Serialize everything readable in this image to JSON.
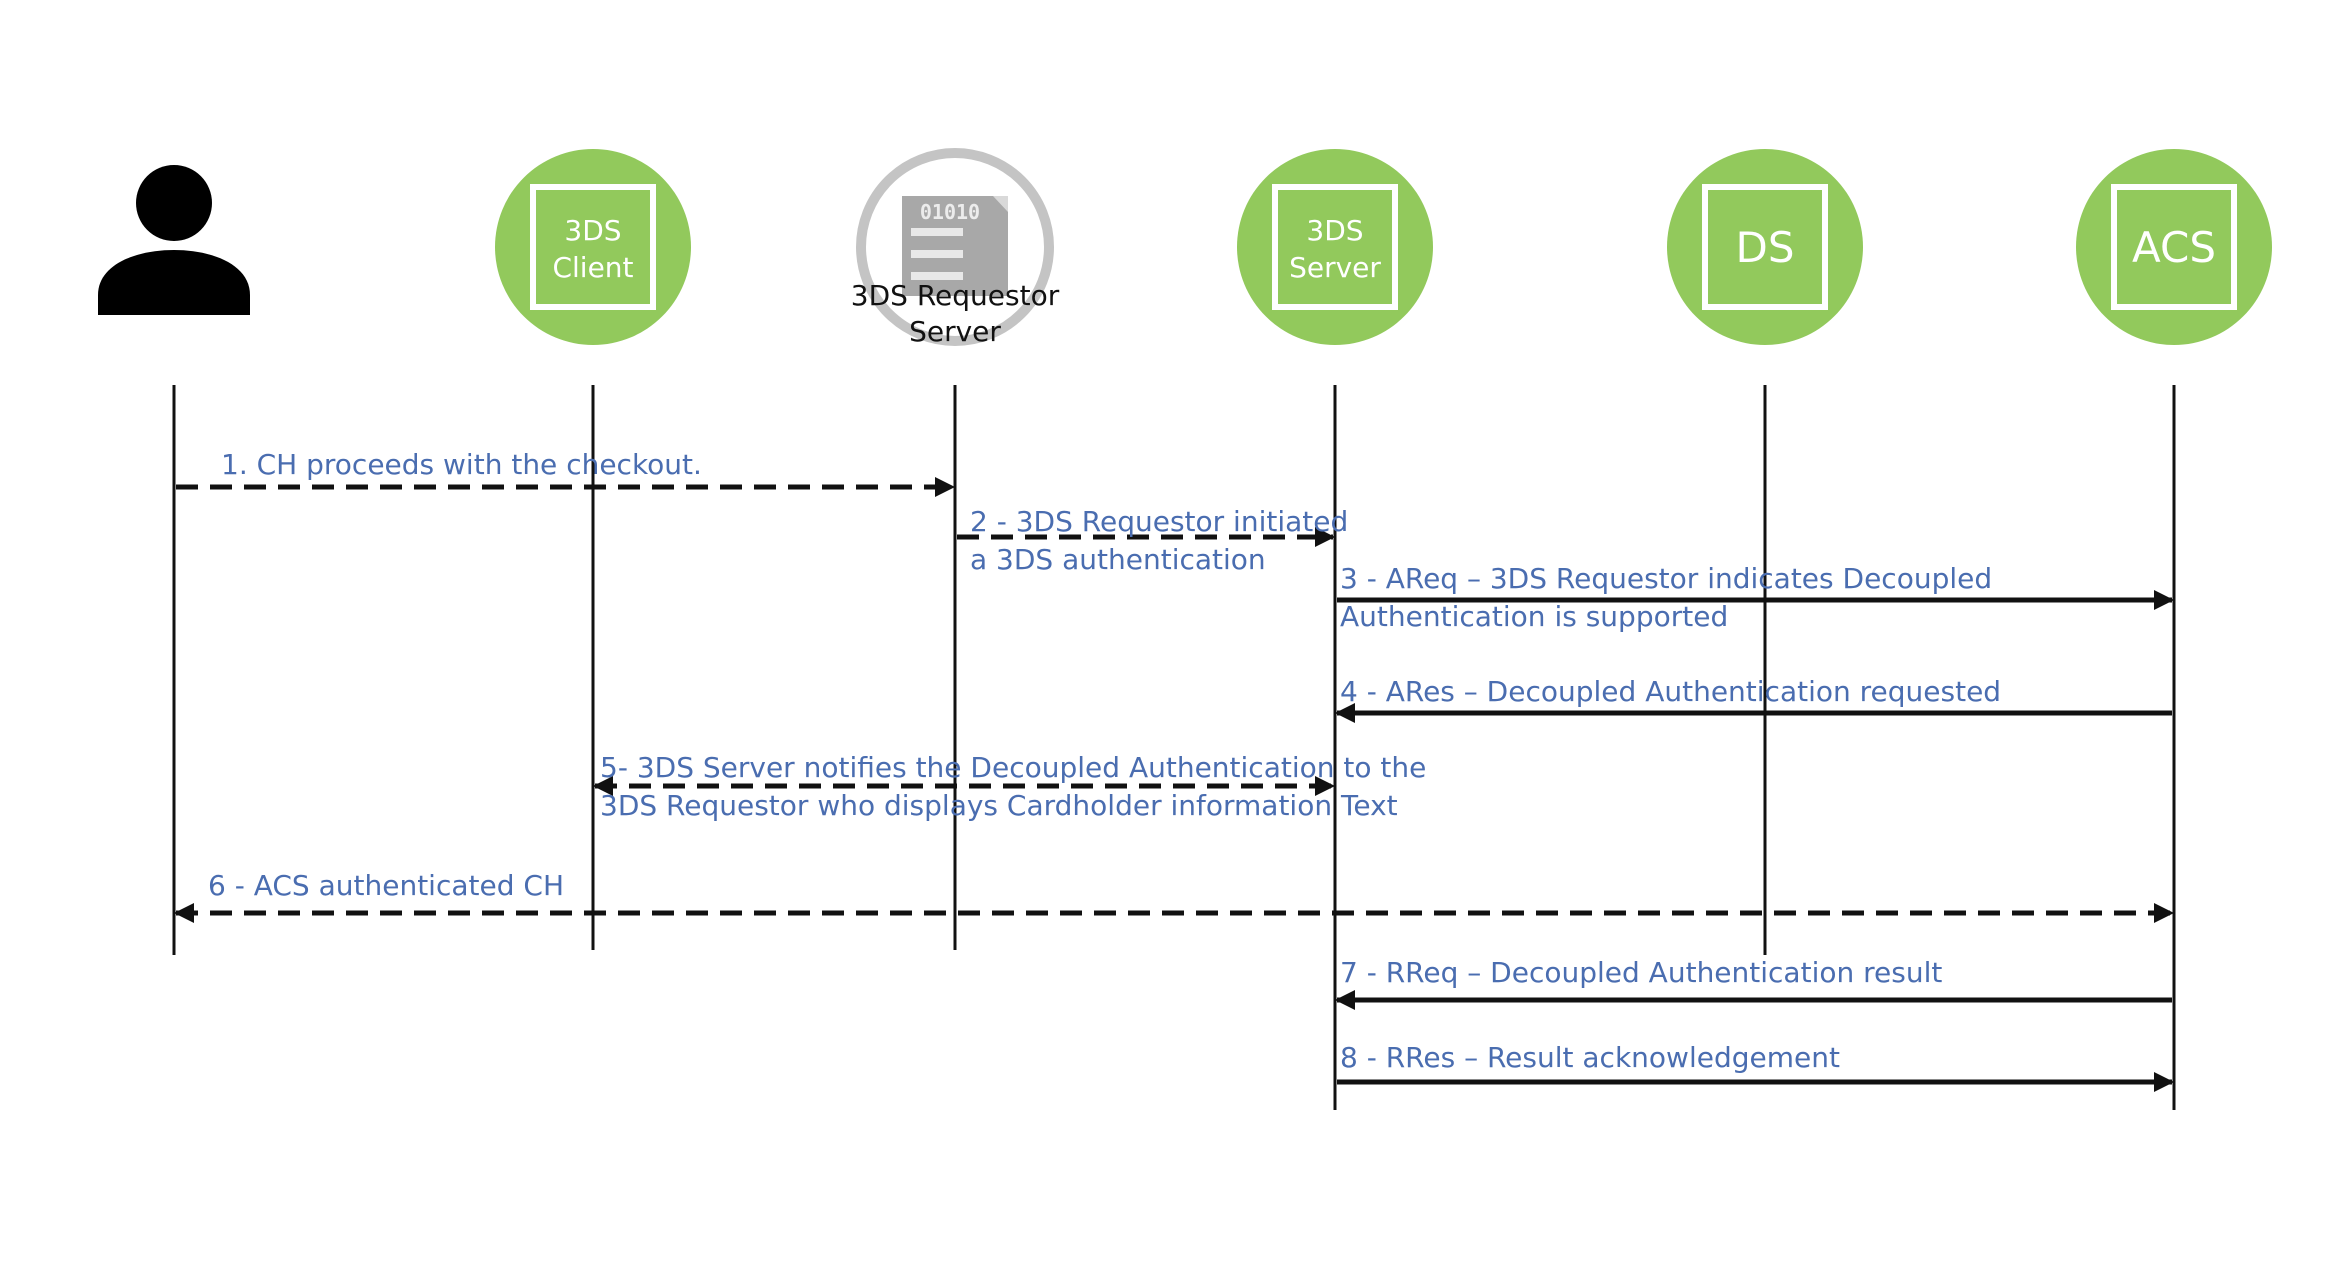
{
  "colors": {
    "node_fill": "#92c95c",
    "node_border": "#ffffff",
    "message_text": "#4a6db0",
    "line": "#111111",
    "requestor_ring": "#c4c4c4",
    "requestor_icon": "#a8a8a8"
  },
  "participants": [
    {
      "id": "cardholder",
      "icon": "person-icon",
      "label": ""
    },
    {
      "id": "client",
      "icon": "3ds-client",
      "line1": "3DS",
      "line2": "Client"
    },
    {
      "id": "requestor",
      "icon": "server-icon",
      "icon_text": "01010",
      "line1": "3DS Requestor",
      "line2": "Server"
    },
    {
      "id": "server",
      "icon": "3ds-server",
      "line1": "3DS",
      "line2": "Server"
    },
    {
      "id": "ds",
      "icon": "ds",
      "line1": "DS"
    },
    {
      "id": "acs",
      "icon": "acs",
      "line1": "ACS"
    }
  ],
  "messages": [
    {
      "from": "cardholder",
      "to": "requestor",
      "style": "dashed",
      "arrows": "end",
      "lines": [
        "1. CH proceeds with the checkout."
      ]
    },
    {
      "from": "requestor",
      "to": "server",
      "style": "dashed",
      "arrows": "end",
      "lines": [
        "2 - 3DS Requestor initiated",
        "a 3DS authentication"
      ]
    },
    {
      "from": "server",
      "to": "acs",
      "style": "solid",
      "arrows": "end",
      "lines": [
        "3 - AReq – 3DS Requestor indicates Decoupled",
        "Authentication is supported"
      ]
    },
    {
      "from": "acs",
      "to": "server",
      "style": "solid",
      "arrows": "end",
      "lines": [
        "4 - ARes – Decoupled Authentication requested"
      ]
    },
    {
      "from": "client",
      "to": "server",
      "style": "dashed",
      "arrows": "both",
      "lines": [
        "5- 3DS Server notifies the Decoupled Authentication to the",
        "3DS Requestor who displays Cardholder information Text"
      ]
    },
    {
      "from": "cardholder",
      "to": "acs",
      "style": "dashed",
      "arrows": "both",
      "lines": [
        "6 -  ACS authenticated CH"
      ]
    },
    {
      "from": "acs",
      "to": "server",
      "style": "solid",
      "arrows": "end",
      "lines": [
        "7 - RReq – Decoupled Authentication result"
      ]
    },
    {
      "from": "server",
      "to": "acs",
      "style": "solid",
      "arrows": "end",
      "lines": [
        "8 - RRes – Result acknowledgement"
      ]
    }
  ]
}
